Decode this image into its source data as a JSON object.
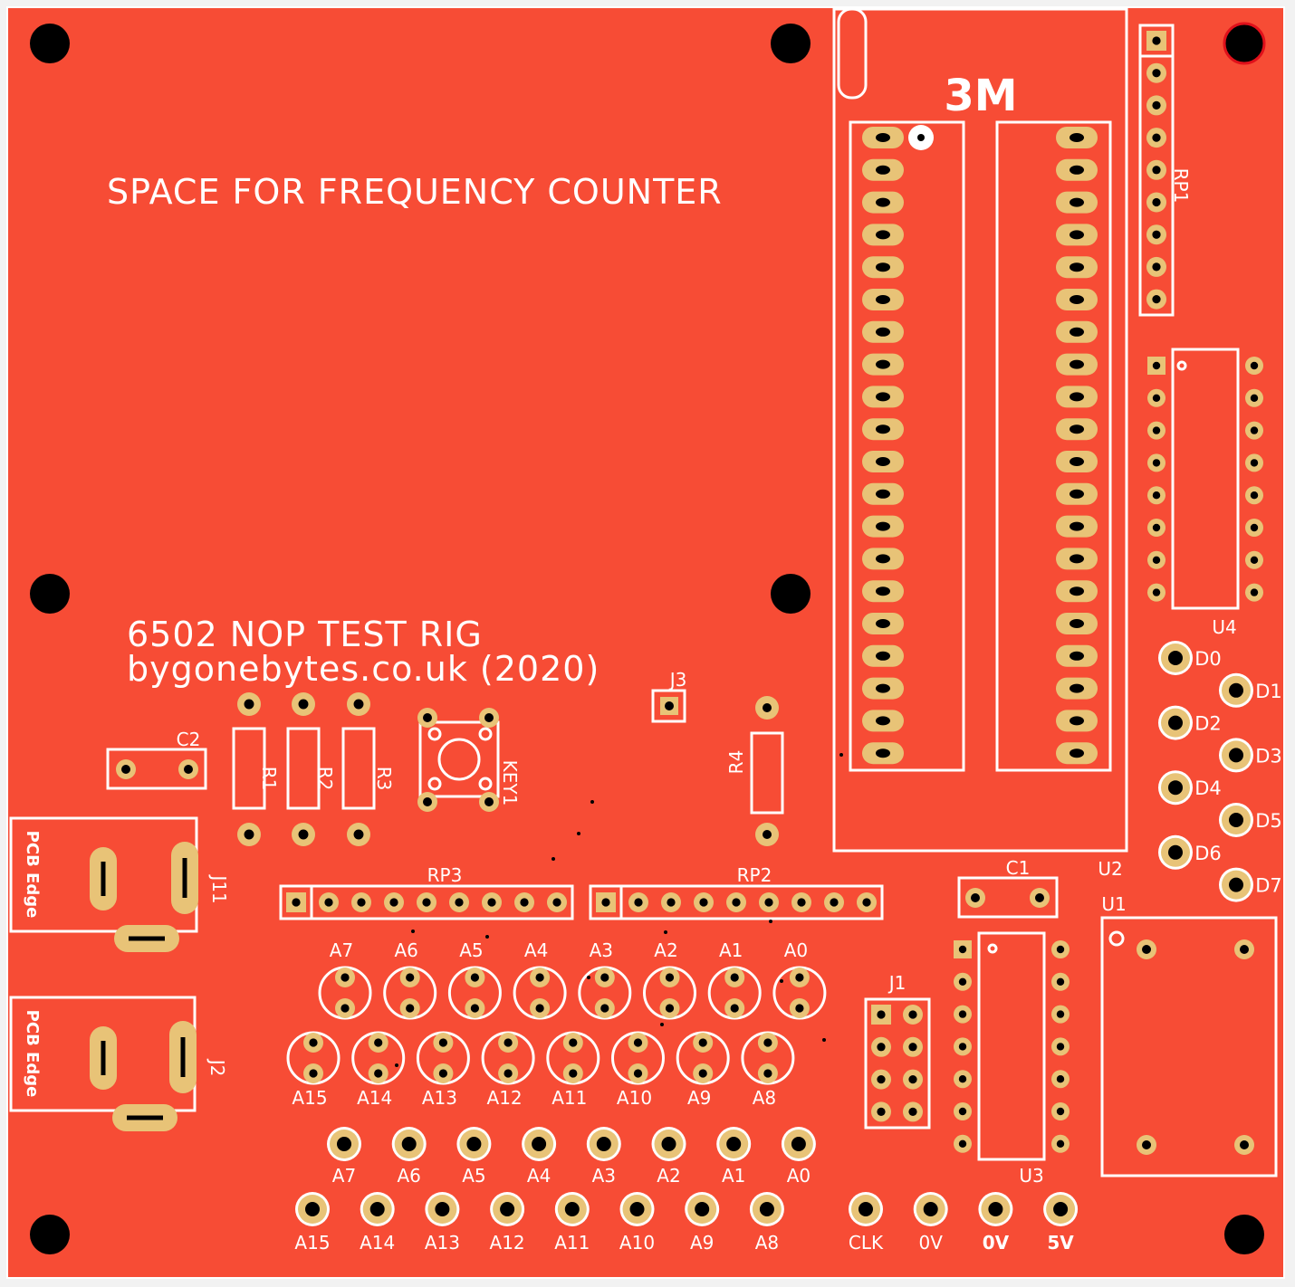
{
  "colors": {
    "board": "#f74c35",
    "silk": "#ffffff",
    "pad": "#e8c377",
    "hole": "#000000",
    "background": "#f2f2f2"
  },
  "text": {
    "space_note": "SPACE FOR FREQUENCY COUNTER",
    "title_line1": "6502 NOP TEST RIG",
    "title_line2": "bygonebytes.co.uk (2020)",
    "socket_brand": "3M",
    "pcb_edge": "PCB Edge"
  },
  "refs": {
    "c1": "C1",
    "c2": "C2",
    "r1": "R1",
    "r2": "R2",
    "r3": "R3",
    "r4": "R4",
    "key1": "KEY1",
    "j1": "J1",
    "j2": "J2",
    "j3": "J3",
    "j11": "J11",
    "rp1": "RP1",
    "rp2": "RP2",
    "rp3": "RP3",
    "u1": "U1",
    "u2": "U2",
    "u3": "U3",
    "u4": "U4"
  },
  "data_leds": [
    "D0",
    "D1",
    "D2",
    "D3",
    "D4",
    "D5",
    "D6",
    "D7"
  ],
  "addr_leds_top": [
    "A7",
    "A6",
    "A5",
    "A4",
    "A3",
    "A2",
    "A1",
    "A0"
  ],
  "addr_leds_bottom": [
    "A15",
    "A14",
    "A13",
    "A12",
    "A11",
    "A10",
    "A9",
    "A8"
  ],
  "test_points_top": [
    "A7",
    "A6",
    "A5",
    "A4",
    "A3",
    "A2",
    "A1",
    "A0"
  ],
  "test_points_bottom": [
    "A15",
    "A14",
    "A13",
    "A12",
    "A11",
    "A10",
    "A9",
    "A8"
  ],
  "power_points": [
    "CLK",
    "0V",
    "0V",
    "5V"
  ]
}
